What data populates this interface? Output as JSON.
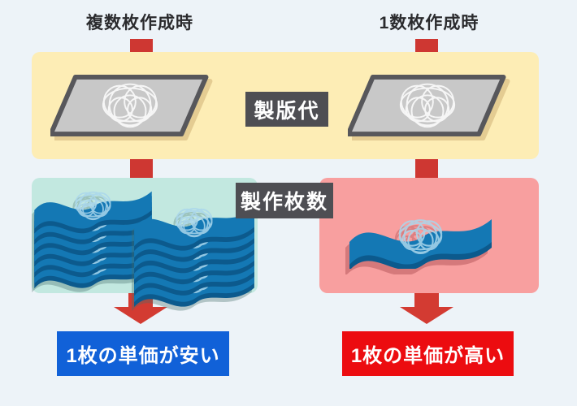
{
  "diagram": {
    "left_column": {
      "title": "複数枚作成時",
      "result": "1枚の単価が安い"
    },
    "right_column": {
      "title": "1数枚作成時",
      "result": "1枚の単価が高い"
    },
    "labels": {
      "plate_cost": "製版代",
      "production_quantity": "製作枚数"
    },
    "icons": {
      "plate": "print-plate-icon",
      "sheet_stack": "printed-sheet-stack-icon",
      "sheet_single": "printed-sheet-icon",
      "arrow": "down-arrow-icon"
    },
    "colors": {
      "background": "#edf3f8",
      "plate_band_bg": "#fdedb5",
      "quantity_left_bg": "#c2e8e0",
      "quantity_right_bg": "#f89f9f",
      "connector_red": "#ce3732",
      "arrow_red": "#d33b32",
      "label_box_bg": "#4e4e53",
      "result_cheap_bg": "#1161d8",
      "result_expensive_bg": "#ec0c10",
      "sheet_blue": "#1478b4",
      "sheet_edge_blue": "#0c5a8d",
      "plate_gray": "#c8c8c8",
      "plate_border": "#57575b",
      "title_text": "#2b2b2e"
    }
  }
}
